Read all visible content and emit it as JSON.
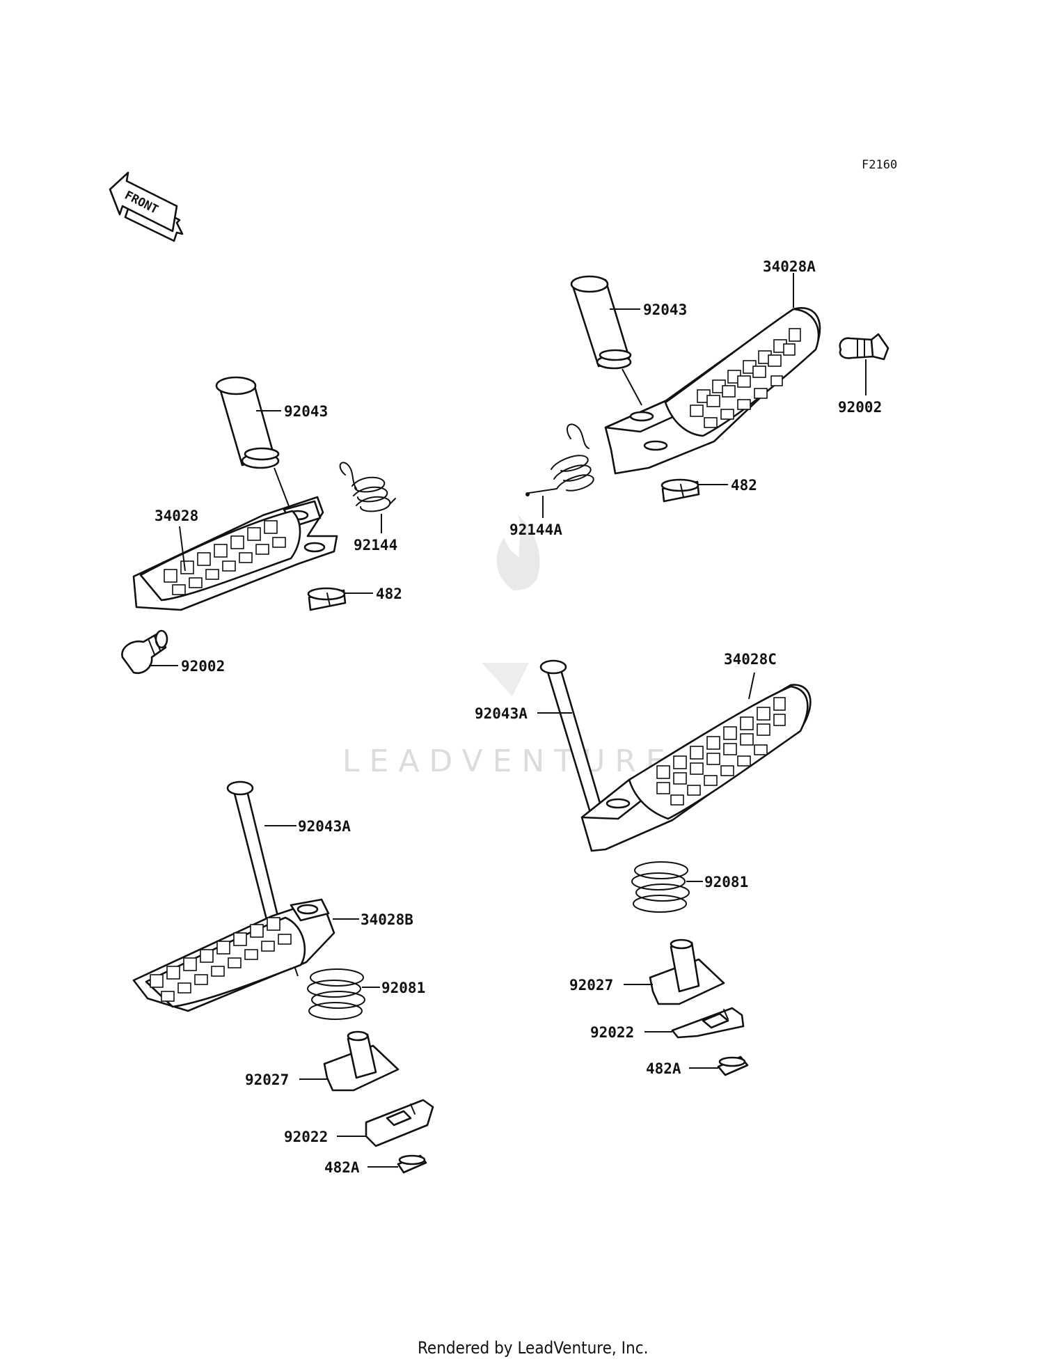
{
  "diagram_ref": "F2160",
  "front_label": "FRONT",
  "watermark": "LEADVENTURE",
  "footer": "Rendered by LeadVenture, Inc.",
  "labels": {
    "ul_92043": "92043",
    "ul_34028": "34028",
    "ul_92144": "92144",
    "ul_482": "482",
    "ul_92002": "92002",
    "ur_92043": "92043",
    "ur_34028A": "34028A",
    "ur_92002": "92002",
    "ur_92144A": "92144A",
    "ur_482": "482",
    "ll_92043A": "92043A",
    "ll_34028B": "34028B",
    "ll_92081": "92081",
    "ll_92027": "92027",
    "ll_92022": "92022",
    "ll_482A": "482A",
    "lr_92043A": "92043A",
    "lr_34028C": "34028C",
    "lr_92081": "92081",
    "lr_92027": "92027",
    "lr_92022": "92022",
    "lr_482A": "482A"
  }
}
